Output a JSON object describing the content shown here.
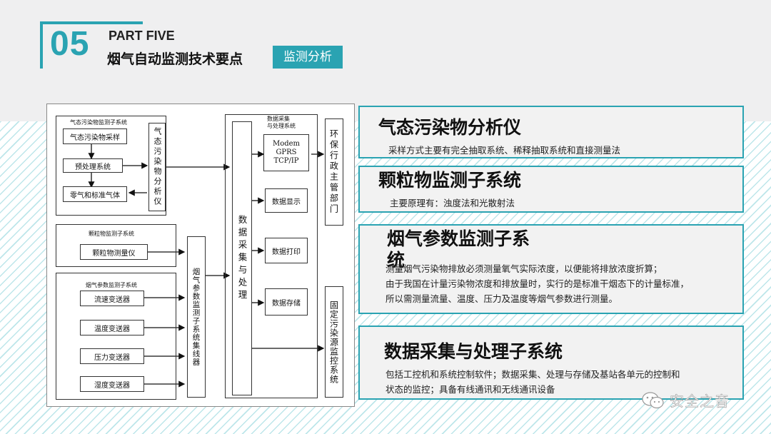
{
  "header": {
    "number": "05",
    "part": "PART FIVE",
    "title": "烟气自动监测技术要点",
    "tag": "监测分析"
  },
  "diagram": {
    "group_gas": "气态污染物监测子系统",
    "gas_sampling": "气态污染物采样",
    "pretreatment": "预处理系统",
    "zero_gas": "零气和标准气体",
    "gas_analyzer": "气态污染物分析仪",
    "group_particle": "颗粒物监测子系统",
    "particle_meter": "颗粒物测量仪",
    "group_flue": "烟气参数监测子系统",
    "flow": "流速变送器",
    "temp": "温度变送器",
    "pressure": "压力变送器",
    "humidity": "湿度变送器",
    "concentrator": "烟气参数监测子系统集线器",
    "group_daq": "数据采集\n与处理系统",
    "daq": "数据采集与处理",
    "modem": "Modem\nGPRS\nTCP/IP",
    "display": "数据显示",
    "print": "数据打印",
    "storage": "数据存储",
    "env_authority": "环保行政主管部门",
    "fixed_monitor": "固定污染源监控系统"
  },
  "panels": [
    {
      "heading": "气态污染物分析仪",
      "text": [
        "采样方式主要有完全抽取系统、稀释抽取系统和直接测量法"
      ]
    },
    {
      "heading": "颗粒物监测子系统",
      "text": [
        "主要原理有：浊度法和光散射法"
      ]
    },
    {
      "heading": "烟气参数监测子系统",
      "text": [
        "测量烟气污染物排放必须测量氧气实际浓度，以便能将排放浓度折算；",
        "由于我国在计量污染物浓度和排放量时，实行的是标准干烟态下的计量标准，",
        "所以需测量流量、温度、压力及温度等烟气参数进行测量。"
      ]
    },
    {
      "heading": "数据采集与处理子系统",
      "text": [
        "包括工控机和系统控制软件；数据采集、处理与存储及基站各单元的控制和",
        "状态的监控；具备有线通讯和无线通讯设备"
      ]
    }
  ],
  "watermark": "安全之音",
  "colors": {
    "accent": "#2aa3b2"
  }
}
